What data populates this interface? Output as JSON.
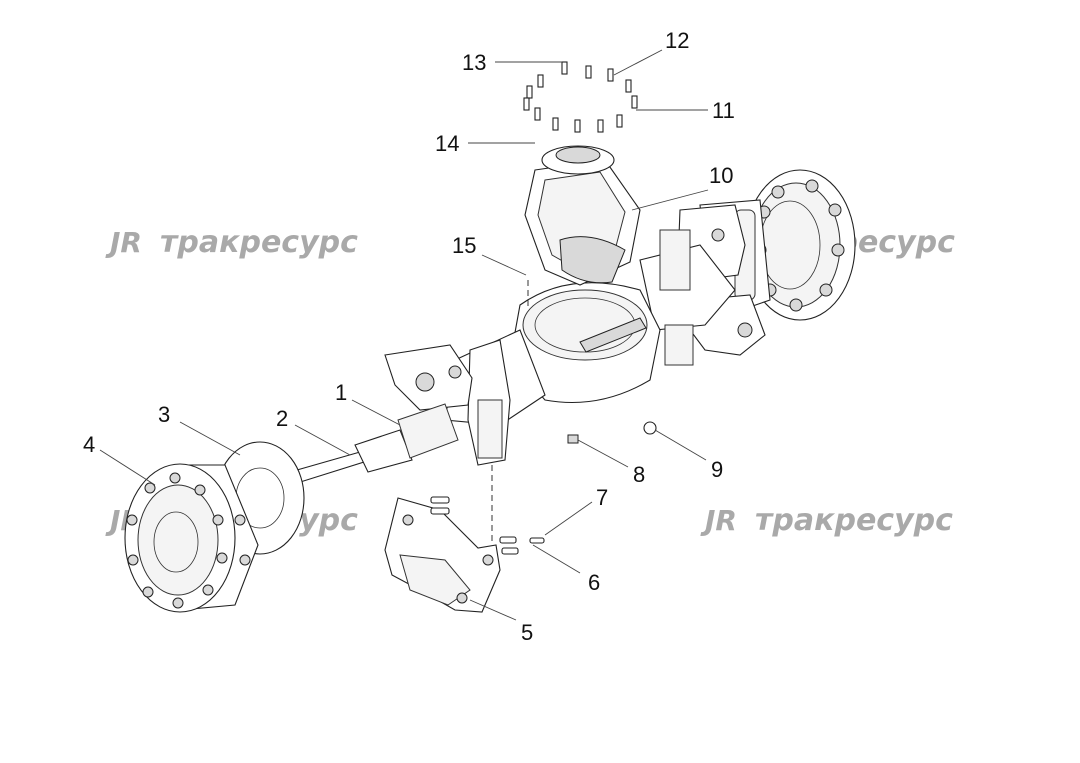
{
  "watermark": {
    "logo": "JR",
    "text": "тракресурс"
  },
  "callouts": [
    {
      "id": "1",
      "label": "1"
    },
    {
      "id": "2",
      "label": "2"
    },
    {
      "id": "3",
      "label": "3"
    },
    {
      "id": "4",
      "label": "4"
    },
    {
      "id": "5",
      "label": "5"
    },
    {
      "id": "6",
      "label": "6"
    },
    {
      "id": "7",
      "label": "7"
    },
    {
      "id": "8",
      "label": "8"
    },
    {
      "id": "9",
      "label": "9"
    },
    {
      "id": "10",
      "label": "10"
    },
    {
      "id": "11",
      "label": "11"
    },
    {
      "id": "12",
      "label": "12"
    },
    {
      "id": "13",
      "label": "13"
    },
    {
      "id": "14",
      "label": "14"
    },
    {
      "id": "15",
      "label": "15"
    }
  ]
}
